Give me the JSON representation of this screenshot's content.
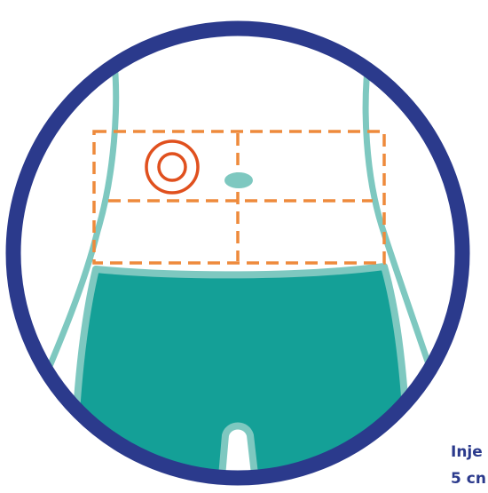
{
  "diagram": {
    "colors": {
      "ring": "#2b3a8c",
      "body_outline": "#7ec8c0",
      "garment": "#14a097",
      "grid_lines": "#ee8a3c",
      "target": "#e0501e",
      "navel": "#7ec8c0",
      "background": "#ffffff"
    },
    "icons": {
      "injection_target": "concentric-circle-target",
      "navel": "navel-ellipse"
    }
  },
  "caption": {
    "line_1": "Inje",
    "line_2": "5 cn"
  }
}
